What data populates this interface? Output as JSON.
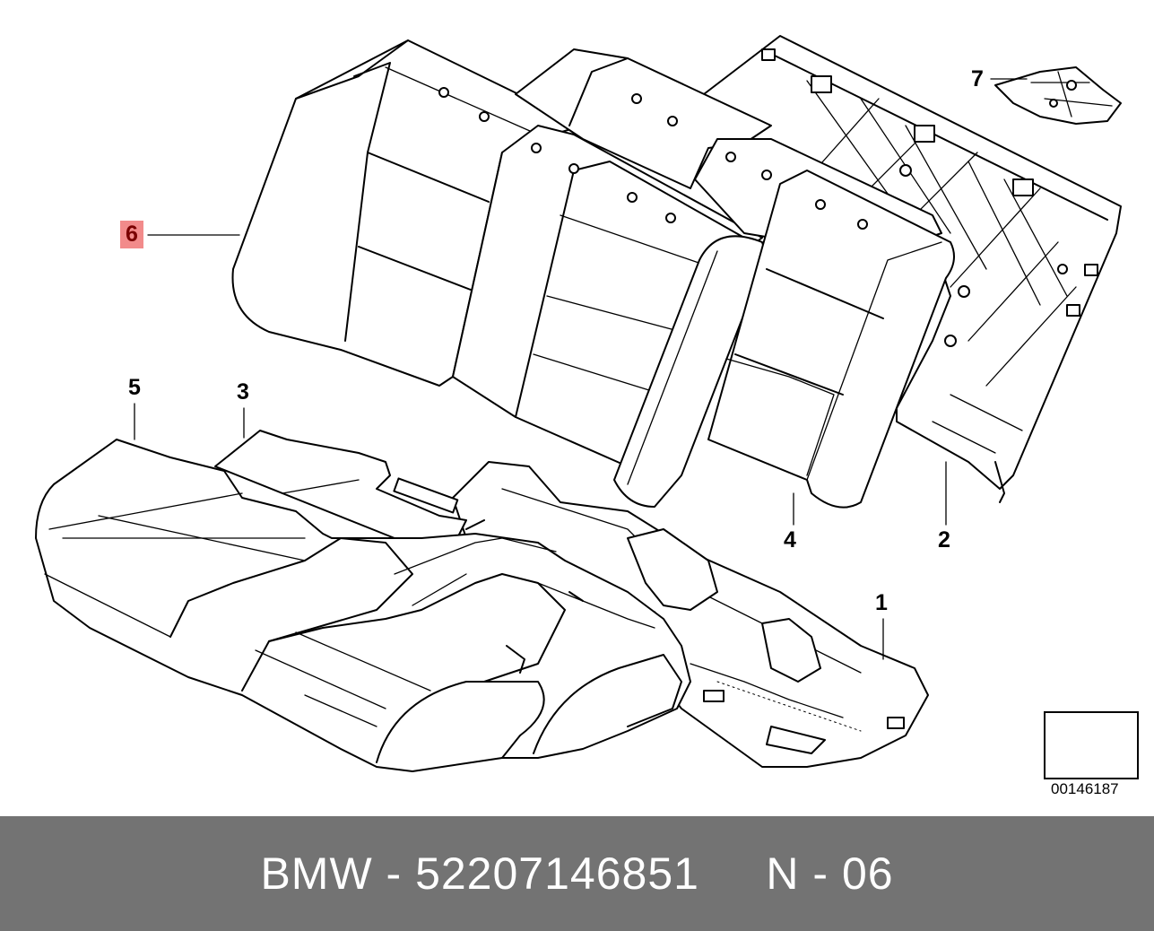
{
  "callouts": {
    "c1": "1",
    "c2": "2",
    "c3": "3",
    "c4": "4",
    "c5": "5",
    "c6": "6",
    "c7": "7"
  },
  "reference_number": "00146187",
  "footer": {
    "text": "BMW - 52207146851     N - 06"
  },
  "colors": {
    "highlight": "#f28b8b",
    "footer_bg": "#737373",
    "line": "#000000"
  }
}
